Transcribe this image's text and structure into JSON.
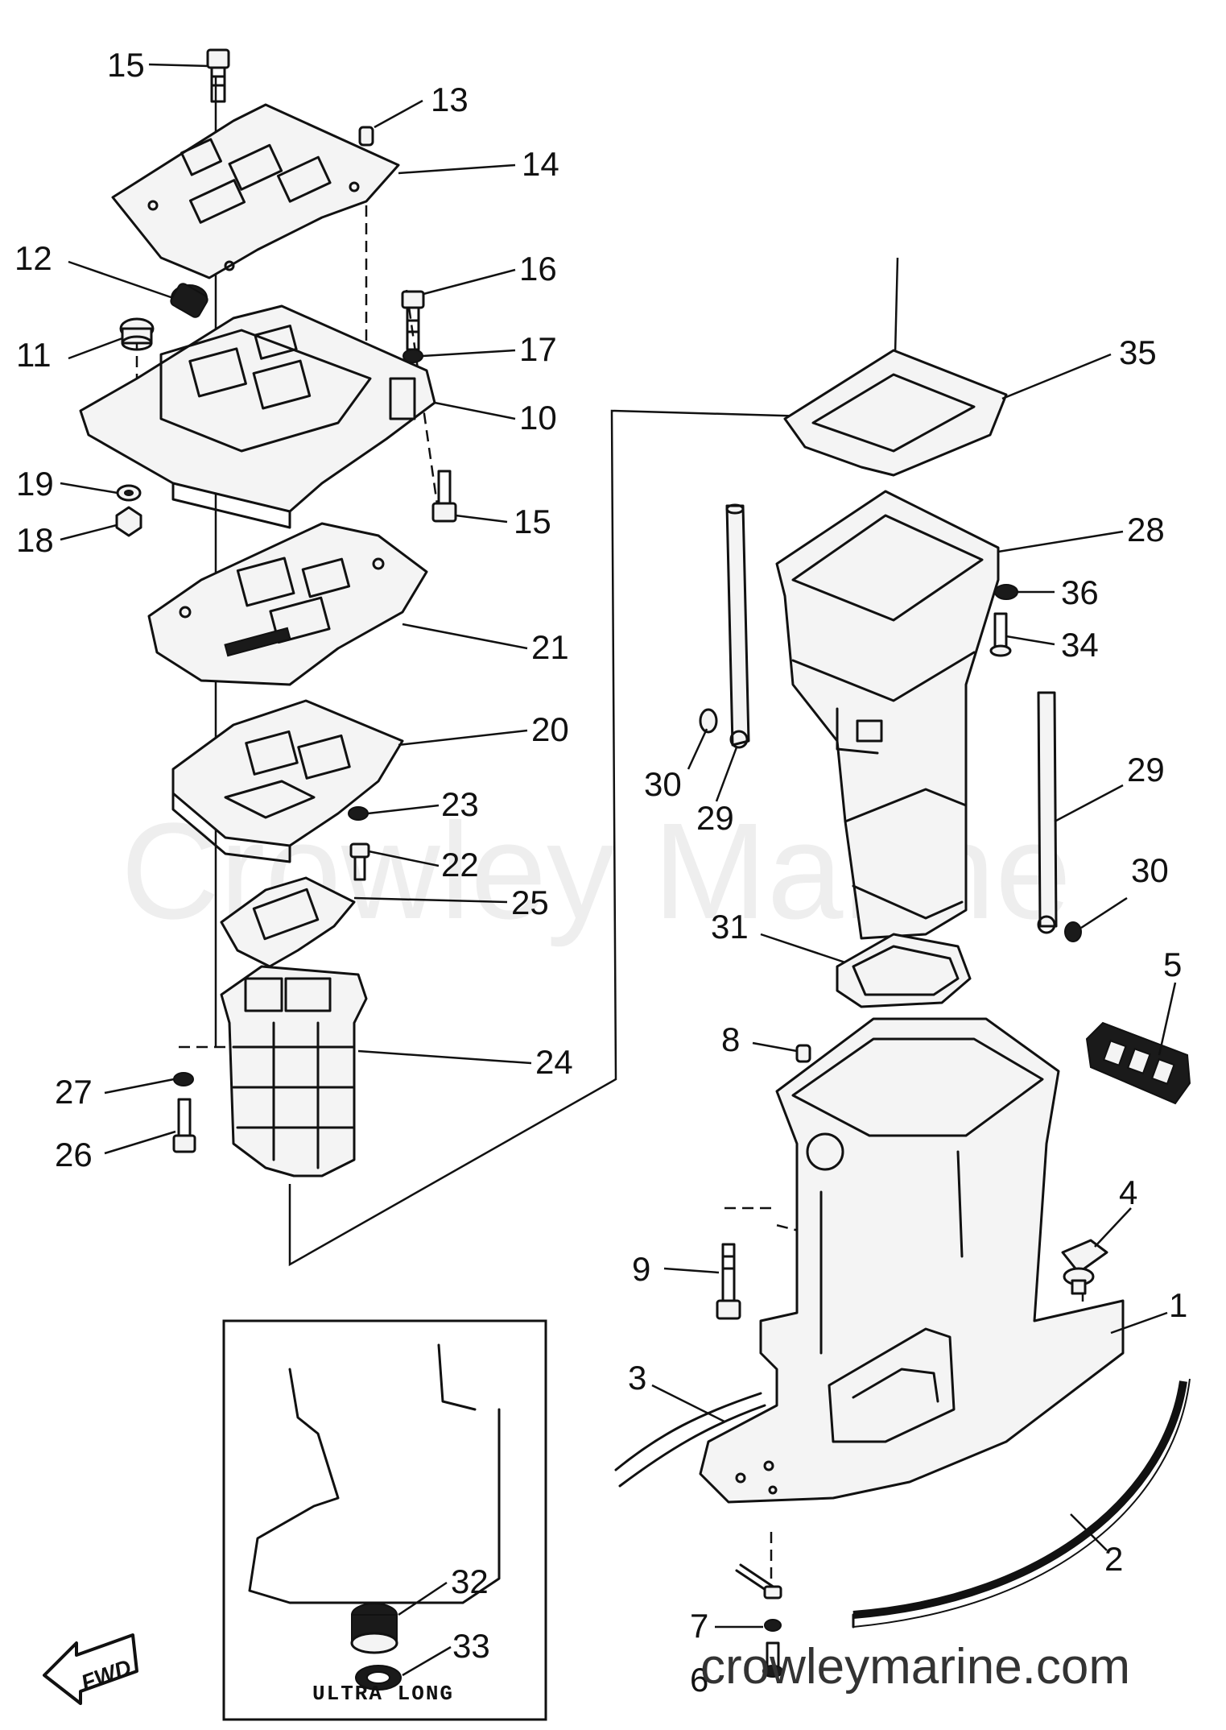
{
  "watermark": "Crowley Marine",
  "site_url": "crowleymarine.com",
  "inset_label": "ULTRA LONG",
  "fwd_label": "FWD",
  "callouts": [
    {
      "id": "c1",
      "text": "1"
    },
    {
      "id": "c2",
      "text": "2"
    },
    {
      "id": "c3",
      "text": "3"
    },
    {
      "id": "c4",
      "text": "4"
    },
    {
      "id": "c5",
      "text": "5"
    },
    {
      "id": "c6",
      "text": "6"
    },
    {
      "id": "c7",
      "text": "7"
    },
    {
      "id": "c8",
      "text": "8"
    },
    {
      "id": "c9",
      "text": "9"
    },
    {
      "id": "c10",
      "text": "10"
    },
    {
      "id": "c11",
      "text": "11"
    },
    {
      "id": "c12",
      "text": "12"
    },
    {
      "id": "c13",
      "text": "13"
    },
    {
      "id": "c14",
      "text": "14"
    },
    {
      "id": "c15a",
      "text": "15"
    },
    {
      "id": "c15b",
      "text": "15"
    },
    {
      "id": "c16",
      "text": "16"
    },
    {
      "id": "c17",
      "text": "17"
    },
    {
      "id": "c18",
      "text": "18"
    },
    {
      "id": "c19",
      "text": "19"
    },
    {
      "id": "c20",
      "text": "20"
    },
    {
      "id": "c21",
      "text": "21"
    },
    {
      "id": "c22",
      "text": "22"
    },
    {
      "id": "c23",
      "text": "23"
    },
    {
      "id": "c24",
      "text": "24"
    },
    {
      "id": "c25",
      "text": "25"
    },
    {
      "id": "c26",
      "text": "26"
    },
    {
      "id": "c27",
      "text": "27"
    },
    {
      "id": "c28",
      "text": "28"
    },
    {
      "id": "c29a",
      "text": "29"
    },
    {
      "id": "c29b",
      "text": "29"
    },
    {
      "id": "c30a",
      "text": "30"
    },
    {
      "id": "c30b",
      "text": "30"
    },
    {
      "id": "c31",
      "text": "31"
    },
    {
      "id": "c32",
      "text": "32"
    },
    {
      "id": "c33",
      "text": "33"
    },
    {
      "id": "c34",
      "text": "34"
    },
    {
      "id": "c35",
      "text": "35"
    },
    {
      "id": "c36",
      "text": "36"
    }
  ]
}
